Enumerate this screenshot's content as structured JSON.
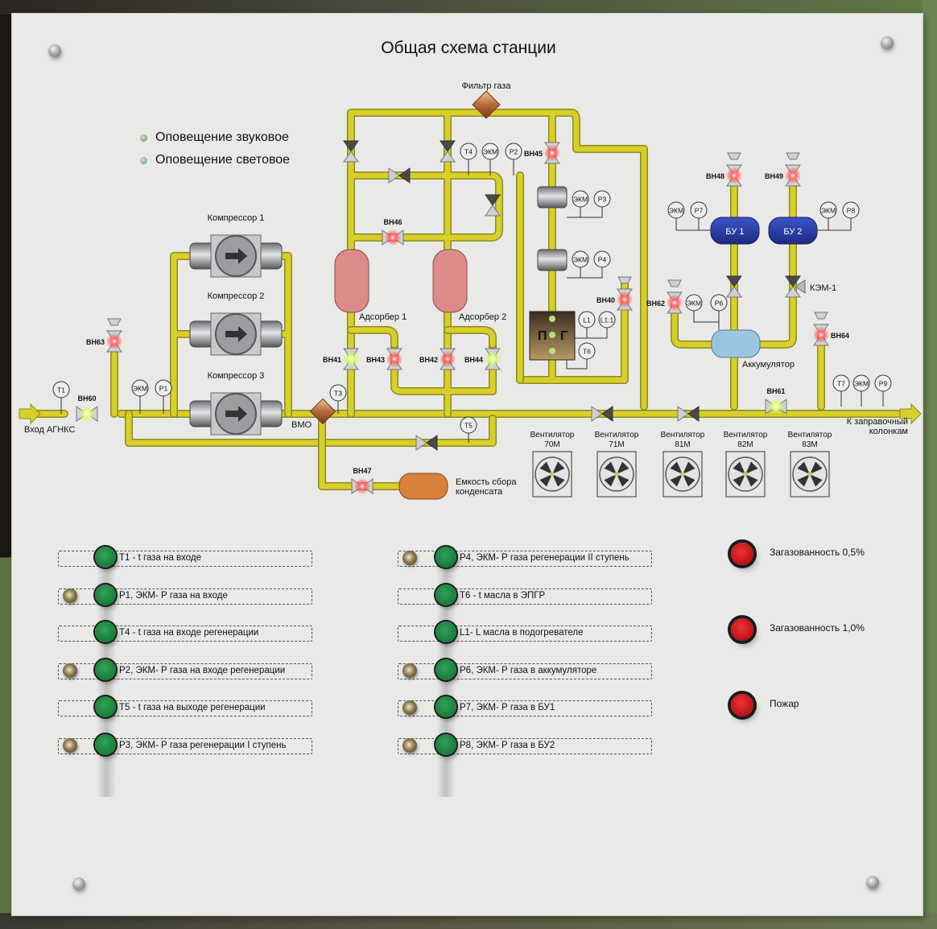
{
  "panel": {
    "title": "Общая схема станции",
    "notifications": [
      {
        "label": "Оповещение звуковое",
        "led_state": "off"
      },
      {
        "label": "Оповещение световое",
        "led_state": "off"
      }
    ]
  },
  "colors": {
    "pipe": "#d8cf2a",
    "pipe_edge": "#8f8a20",
    "led_red": "#ff3b3b",
    "led_green": "#d8ff6a",
    "adsorber": "#dc8a8a",
    "bu_tank": "#2c3fa8",
    "accumulator": "#9cc6df",
    "condensate_tank": "#d9803b",
    "panel_bg": "#e9e9e7"
  },
  "schema": {
    "inlet_label": "Вход АГНКС",
    "outlet_label_line1": "К заправочный",
    "outlet_label_line2": "колонкам",
    "filter_label": "Фильтр газа",
    "bmo_label": "ВМО",
    "compressors": [
      "Компрессор 1",
      "Компрессор 2",
      "Компрессор 3"
    ],
    "adsorbers": [
      "Адсорбер 1",
      "Адсорбер 2"
    ],
    "bu_tanks": [
      "БУ 1",
      "БУ 2"
    ],
    "accumulator_label": "Аккумулятор",
    "kem_label": "КЭМ-1",
    "condensate_label_line1": "Емкость сбора",
    "condensate_label_line2": "конденсата",
    "heater_symbols": [
      "П",
      "Г"
    ],
    "valves": [
      {
        "id": "ВН60",
        "state": "green"
      },
      {
        "id": "ВН63",
        "state": "red"
      },
      {
        "id": "ВН46",
        "state": "red"
      },
      {
        "id": "ВН45",
        "state": "red"
      },
      {
        "id": "ВН41",
        "state": "green"
      },
      {
        "id": "ВН43",
        "state": "red"
      },
      {
        "id": "ВН42",
        "state": "red"
      },
      {
        "id": "ВН44",
        "state": "green"
      },
      {
        "id": "ВН40",
        "state": "red"
      },
      {
        "id": "ВН47",
        "state": "red"
      },
      {
        "id": "ВН48",
        "state": "red"
      },
      {
        "id": "ВН49",
        "state": "red"
      },
      {
        "id": "ВН62",
        "state": "red"
      },
      {
        "id": "ВН64",
        "state": "red"
      },
      {
        "id": "ВН61",
        "state": "green"
      }
    ],
    "gauges": {
      "inlet": [
        "T1",
        "ЭКМ",
        "P1"
      ],
      "regen_in": [
        "T4",
        "ЭКМ",
        "P2"
      ],
      "stage1": [
        "ЭКМ",
        "P3"
      ],
      "stage2": [
        "ЭКМ",
        "P4"
      ],
      "heater": [
        "L1",
        "L1.1",
        "T6"
      ],
      "bmo": "T3",
      "regen_out": "T5",
      "bu1": [
        "ЭКМ",
        "P7"
      ],
      "bu2": [
        "ЭКМ",
        "P8"
      ],
      "accumulator": [
        "ЭКМ",
        "P6"
      ],
      "outlet": [
        "T7",
        "ЭКМ",
        "P9"
      ]
    },
    "fans": [
      {
        "line1": "Вентилятор",
        "line2": "70М"
      },
      {
        "line1": "Вентилятор",
        "line2": "71М"
      },
      {
        "line1": "Вентилятор",
        "line2": "81М"
      },
      {
        "line1": "Вентилятор",
        "line2": "82М"
      },
      {
        "line1": "Вентилятор",
        "line2": "83М"
      }
    ]
  },
  "sensor_buttons_left": [
    {
      "label": "T1 - t газа на входе",
      "has_toggle": false
    },
    {
      "label": "P1, ЭКМ- Р газа на входе",
      "has_toggle": true
    },
    {
      "label": "T4 - t газа на входе регенерации",
      "has_toggle": false
    },
    {
      "label": "P2, ЭКМ- Р газа на входе регенерации",
      "has_toggle": true
    },
    {
      "label": "T5 - t газа на выходе регенерации",
      "has_toggle": false
    },
    {
      "label": "P3, ЭКМ- Р газа регенерации I ступень",
      "has_toggle": true
    }
  ],
  "sensor_buttons_right": [
    {
      "label": "P4, ЭКМ- Р газа регенерации II ступень",
      "has_toggle": true
    },
    {
      "label": "T6 - t масла  в ЭПГР",
      "has_toggle": false
    },
    {
      "label": "L1- L масла в подогревателе",
      "has_toggle": false
    },
    {
      "label": "P6, ЭКМ- Р газа в аккумуляторе",
      "has_toggle": true
    },
    {
      "label": "P7, ЭКМ- Р газа в БУ1",
      "has_toggle": true
    },
    {
      "label": "P8, ЭКМ- Р газа в БУ2",
      "has_toggle": true
    }
  ],
  "alarms": [
    {
      "label": "Загазованность 0,5%"
    },
    {
      "label": "Загазованность 1,0%"
    },
    {
      "label": "Пожар"
    }
  ]
}
